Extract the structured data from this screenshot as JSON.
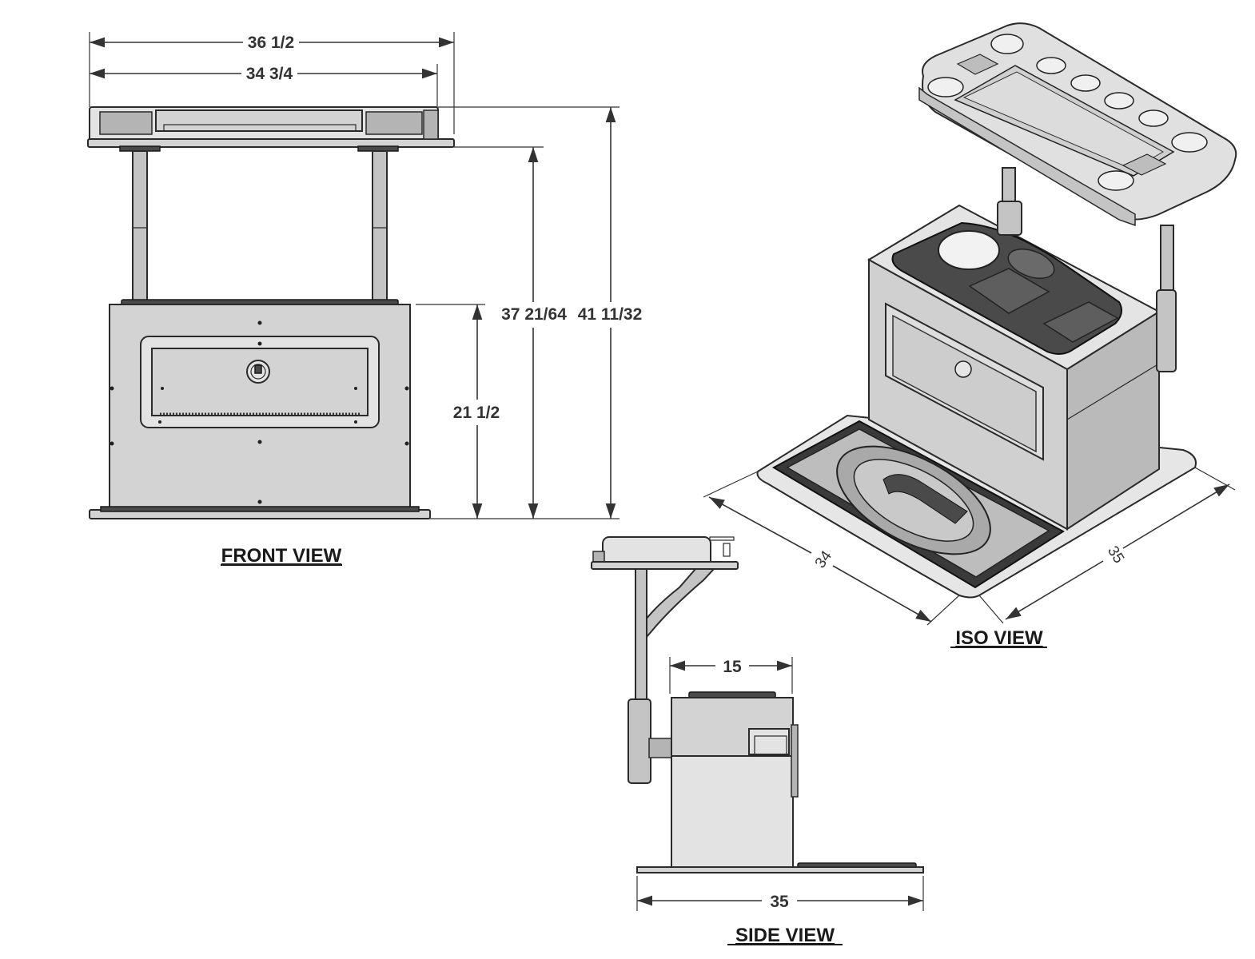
{
  "dimensions": {
    "front_width_overall": "36 1/2",
    "front_width_inner": "34 3/4",
    "front_height_top": "37 21/64",
    "front_height_overall": "41 11/32",
    "front_height_base": "21 1/2",
    "side_depth_console": "15",
    "side_depth_base": "35",
    "iso_depth": "34",
    "iso_width": "35"
  },
  "views": {
    "front": "FRONT VIEW",
    "side": "SIDE VIEW",
    "iso": "ISO VIEW"
  }
}
